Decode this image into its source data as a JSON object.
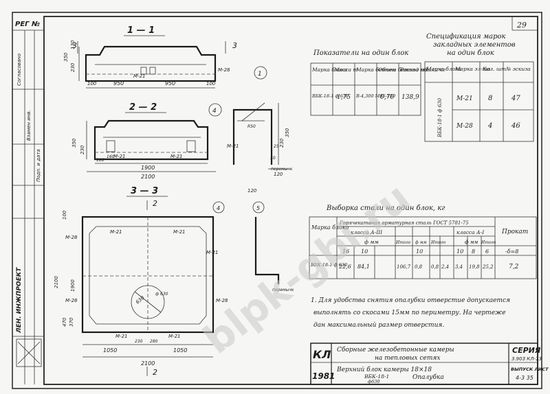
{
  "page_number": "29",
  "stamp": "РЕГ №",
  "sections": {
    "s11": "1 — 1",
    "s22": "2 — 2",
    "s33": "3 — 3"
  },
  "markers": {
    "m3": "3",
    "m1": "1",
    "m2": "2",
    "m4": "4",
    "m5": "5"
  },
  "dims": {
    "d350a": "350",
    "d230a": "230",
    "d130a": "130",
    "d100a": "100",
    "d950a": "950",
    "d950b": "950",
    "d100b": "100",
    "d350b": "350",
    "d230b": "230",
    "d100c": "100",
    "d160": "160",
    "d1900": "1900",
    "d2100a": "2100",
    "d120": "120",
    "d2100b": "2100",
    "d1050a": "1050",
    "d1050b": "1050",
    "d470": "470",
    "d370": "370",
    "d230c": "230",
    "d280": "280",
    "d630": "630",
    "d100d": "100",
    "d1900b": "1900",
    "d2100c": "2100",
    "d50": "50",
    "d120b": "120",
    "d350c": "350",
    "d230d": "230",
    "d25": "25",
    "dr": "R50",
    "d_ob": "ф 630"
  },
  "rebar": {
    "m21a": "М-21",
    "m28a": "М-28",
    "m21b": "М-21",
    "m21c": "М-21",
    "m21d": "М-21",
    "m21e": "М-21",
    "m28b": "М-28",
    "m21f": "М-21",
    "m21g": "М-21",
    "m21h": "М-21",
    "m28c": "М-28",
    "m28d": "М-28",
    "m21i": "М-21",
    "perekr1": "перемычк",
    "perekr2": "перемычк"
  },
  "pokazateli": {
    "title": "Показатели на один блок",
    "headers": [
      "Марка блока",
      "Масса т",
      "Марка бетона",
      "Объем бетона м3",
      "Расход стали кг"
    ],
    "row": [
      "ВБК-18-1 ф 630",
      "1,75",
      "В-4,300 М05-150",
      "0,70",
      "138,9"
    ]
  },
  "spec": {
    "title1": "Спецификация марок",
    "title2": "закладных элементов",
    "title3": "на один блок",
    "headers": [
      "Марка блока",
      "Марка эл-та",
      "Кол. шт",
      "№ эскиза"
    ],
    "block": "ВБК-18-1 ф 630",
    "rows": [
      [
        "М-21",
        "8",
        "47"
      ],
      [
        "М-28",
        "4",
        "46"
      ]
    ]
  },
  "vyborka": {
    "title": "Выборка стали на один блок, кг",
    "h_marka": "Марка блока",
    "h_group": "Горячекатаная арматурная сталь ГОСТ 5781-75",
    "h_a3": "класса А-III",
    "h_a1": "класса А-I",
    "h_fmm1": "ф мм",
    "h_itogo1": "Итого",
    "h_fmm2": "ф мм",
    "h_itogo2": "Итого",
    "h_fmm3": "ф мм",
    "h_itogo3": "Итого",
    "h_prokat": "Прокат",
    "sub": [
      "16",
      "10",
      "10",
      "10",
      "8",
      "6",
      "-δ=8"
    ],
    "row": [
      "ВБК-18-1 ф 630",
      "22,6",
      "84,1",
      "106,7",
      "0,8",
      "0,8",
      "2,4",
      "3,4",
      "19,8",
      "25,2",
      "7,2"
    ]
  },
  "note": {
    "line1": "1. Для удобства снятия опалубки отверстие допускается",
    "line2": "выполнять со скосами 15мм по периметру. На чертеже",
    "line3": "дан максимальный размер отверстия."
  },
  "title_block": {
    "code": "КЛ",
    "year": "1981",
    "name1": "Сборные железобетонные камеры",
    "name2": "на тепловых сетях",
    "name3": "Верхний блок камеры  18×18",
    "name4": "ВБК-18-1",
    "name5": "ф630",
    "name6": "Опалубка",
    "seria_label": "СЕРИЯ",
    "seria": "3.903 КЛ-13",
    "vypusk_label": "ВЫПУСК  ЛИСТ",
    "vypusk": "4-3   35",
    "org": "ЛЕН. ИНЖПРОЕКТ",
    "side1": "Согласовано",
    "side2": "Взамен инв.",
    "side3": "Подп. и дата"
  },
  "watermark": "blpk-gbi.ru"
}
